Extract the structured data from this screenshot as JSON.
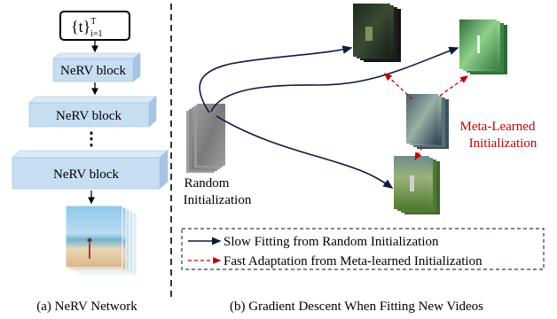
{
  "left_panel": {
    "input_label": "{t}",
    "input_sup": "T",
    "input_sub": "i=1",
    "blocks": [
      "NeRV block",
      "NeRV block",
      "NeRV block"
    ],
    "ellipsis": "⋮",
    "caption": "(a) NeRV Network"
  },
  "right_panel": {
    "random_init_lines": [
      "Random",
      "Initialization"
    ],
    "meta_label_lines": [
      "Meta-Learned",
      "Initialization"
    ],
    "caption": "(b) Gradient Descent When Fitting New Videos",
    "legend": {
      "slow": "Slow Fitting from Random Initialization",
      "fast": "Fast Adaptation from Meta-learned Initialization"
    }
  },
  "colors": {
    "block": "#c7ddf1",
    "meta_text": "#c00000",
    "dashed_arrow": "#c00000",
    "solid_arrow": "#0d1b3e",
    "legend_border": "#2c3e5c",
    "video_tint": "#6e8b3d"
  }
}
